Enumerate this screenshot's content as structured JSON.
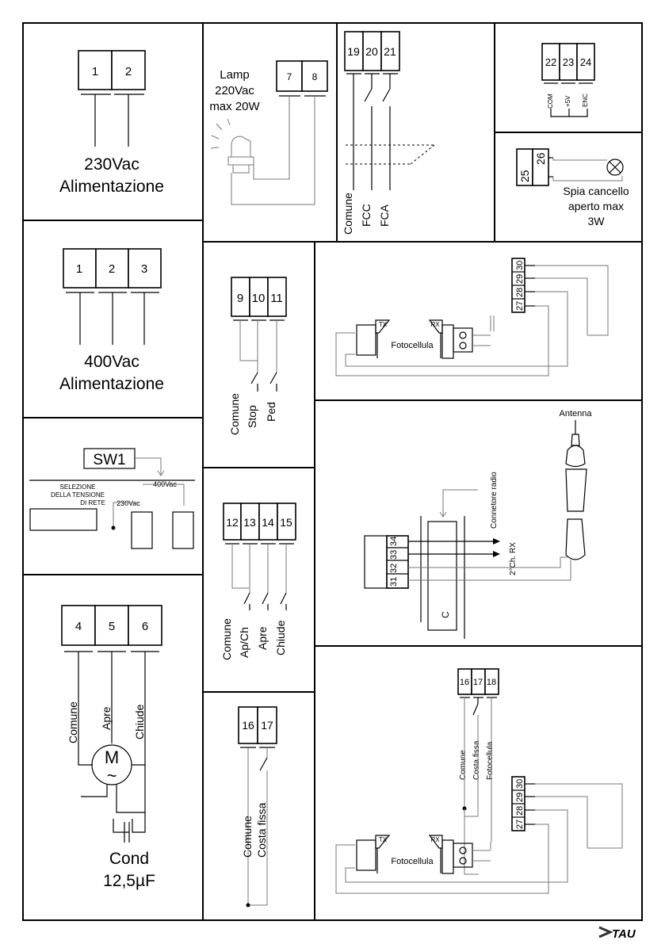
{
  "power230": {
    "terminals": [
      "1",
      "2"
    ],
    "voltage": "230Vac",
    "label": "Alimentazione"
  },
  "power400": {
    "terminals": [
      "1",
      "2",
      "3"
    ],
    "voltage": "400Vac",
    "label": "Alimentazione"
  },
  "switch_sw1": {
    "name": "SW1",
    "line1": "SELEZIONE",
    "line2": "DELLA TENSIONE",
    "line3": "DI RETE",
    "opt400": "400Vac",
    "opt230": "230Vac"
  },
  "motor": {
    "terminals": [
      "4",
      "5",
      "6"
    ],
    "wires": [
      "Comune",
      "Apre",
      "Chiude"
    ],
    "symbol": "M",
    "symbol_ac": "~",
    "capacitor_line1": "Cond",
    "capacitor_line2": "12,5µF"
  },
  "lamp": {
    "terminals": [
      "7",
      "8"
    ],
    "line1": "Lamp",
    "line2": "220Vac",
    "line3": "max 20W"
  },
  "limits": {
    "terminals": [
      "19",
      "20",
      "21"
    ],
    "wires": [
      "Comune",
      "FCC",
      "FCA"
    ]
  },
  "encoder": {
    "terminals": [
      "22",
      "23",
      "24"
    ],
    "wires": [
      "COM",
      "+5V",
      "ENC"
    ]
  },
  "gate_light": {
    "terminals": [
      "25",
      "26"
    ],
    "line1": "Spia cancello",
    "line2": "aperto max",
    "line3": "3W"
  },
  "stop_ped": {
    "terminals": [
      "9",
      "10",
      "11"
    ],
    "wires": [
      "Comune",
      "Stop",
      "Ped"
    ]
  },
  "photocell_top": {
    "terminals": [
      "27",
      "28",
      "29",
      "30"
    ],
    "tx": "TX",
    "rx": "RX",
    "label": "Fotocellula"
  },
  "commands": {
    "terminals": [
      "12",
      "13",
      "14",
      "15"
    ],
    "wires": [
      "Comune",
      "Ap/Ch",
      "Apre",
      "Chiude"
    ]
  },
  "radio": {
    "terminals": [
      "31",
      "32",
      "33",
      "34"
    ],
    "antenna": "Antenna",
    "connector": "Connetore radio",
    "ch2": "2°Ch. RX",
    "c_label": "C"
  },
  "edge": {
    "terminals": [
      "16",
      "17"
    ],
    "wires": [
      "Comune",
      "Costa fissa"
    ]
  },
  "edge_photo": {
    "terminals": [
      "16",
      "17",
      "18"
    ],
    "wires": [
      "Comune",
      "Costa fissa",
      "Fotocellula"
    ],
    "photo_terminals": [
      "27",
      "28",
      "29",
      "30"
    ],
    "tx": "TX",
    "rx": "RX",
    "label": "Fotocellula"
  },
  "brand": "TAU"
}
